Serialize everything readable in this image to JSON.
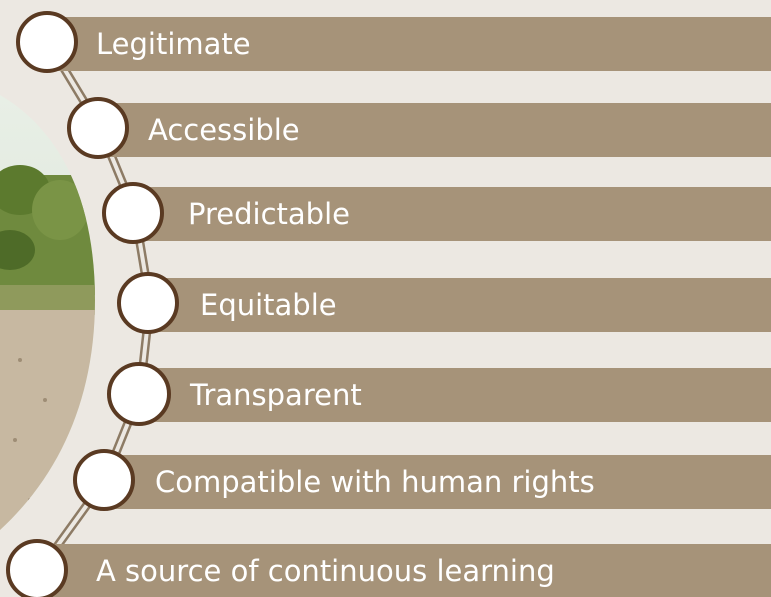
{
  "colors": {
    "background": "#ece8e2",
    "bar": "#a69379",
    "node_border": "#5a3a22",
    "node_fill": "#ffffff",
    "label_text": "#ffffff"
  },
  "photo": {
    "description_icon": "landscape-photo"
  },
  "steps": [
    {
      "label": "Legitimate"
    },
    {
      "label": "Accessible"
    },
    {
      "label": "Predictable"
    },
    {
      "label": "Equitable"
    },
    {
      "label": "Transparent"
    },
    {
      "label": "Compatible with human rights"
    },
    {
      "label": "A source of continuous learning"
    }
  ]
}
